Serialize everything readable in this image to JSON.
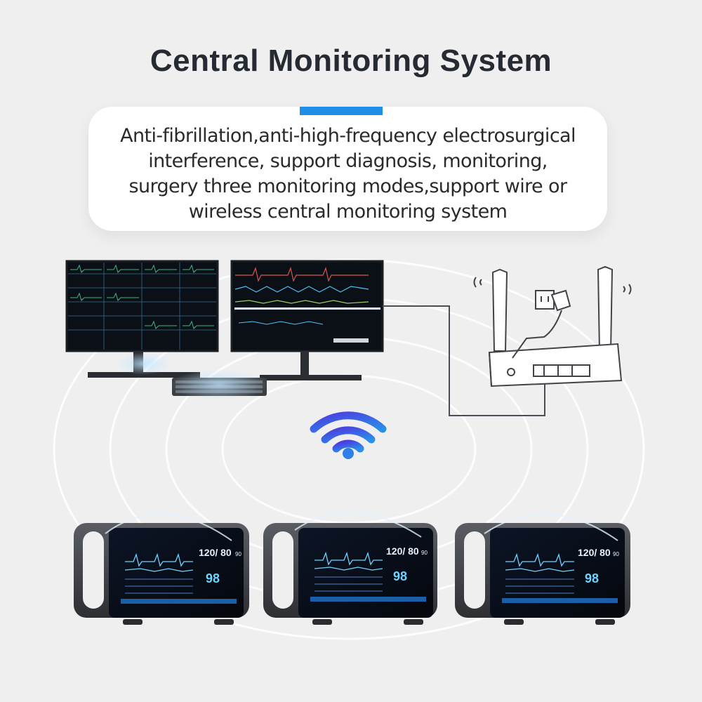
{
  "page": {
    "title": "Central Monitoring System",
    "description_lines": [
      "Anti-fibrillation,anti-high-frequency electrosurgical",
      "interference, support diagnosis, monitoring,",
      "surgery three monitoring modes,support wire or",
      "wireless central monitoring system"
    ]
  },
  "monitors": [
    {
      "bp": "120/ 80",
      "bp_mean": "90",
      "spo2": "98"
    },
    {
      "bp": "120/ 80",
      "bp_mean": "90",
      "spo2": "98"
    },
    {
      "bp": "120/ 80",
      "bp_mean": "90",
      "spo2": "98"
    }
  ],
  "colors": {
    "title": "#262b33",
    "accent": "#1f8fe6",
    "wifi_icon": "#3f6ee8",
    "screen_waveform": "#6fd3ff"
  },
  "icons": [
    "wifi-icon",
    "router-icon",
    "power-socket-icon",
    "keyboard-icon",
    "desktop-monitor-icon",
    "patient-monitor-icon"
  ]
}
